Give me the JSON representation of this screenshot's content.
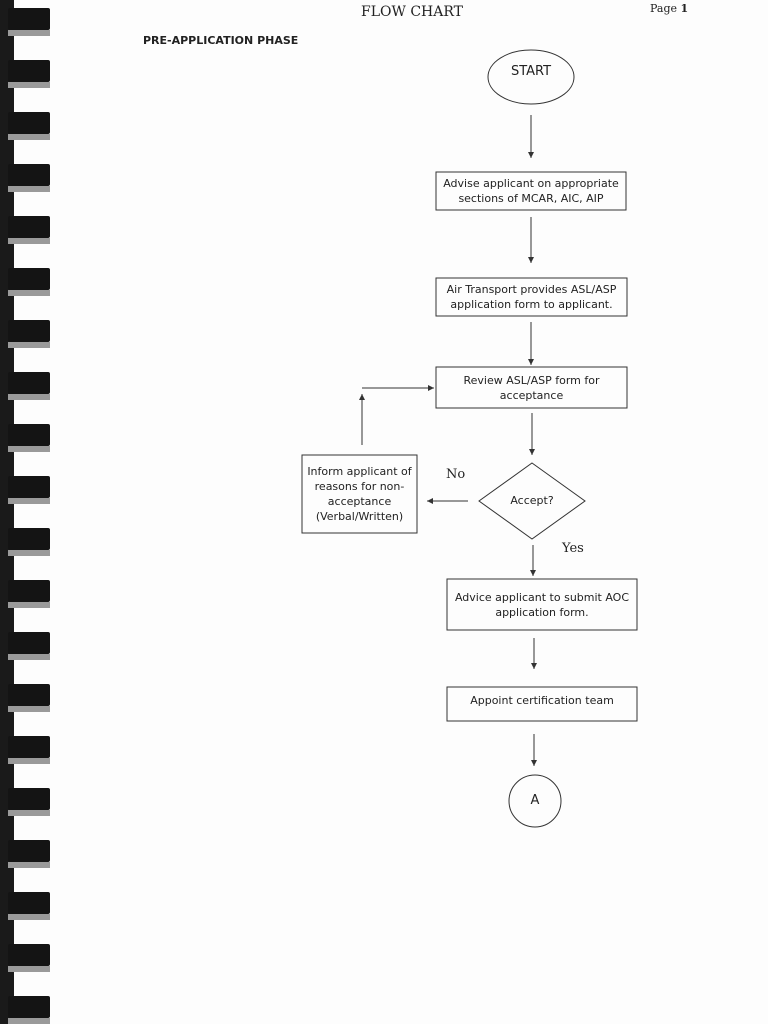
{
  "header": {
    "title": "FLOW CHART",
    "page_word": "Page",
    "page_number": "1"
  },
  "phase_title": "PRE-APPLICATION PHASE",
  "nodes": {
    "start": "START",
    "advise": "Advise applicant on appropriate sections of MCAR, AIC, AIP",
    "air_transport": "Air Transport provides ASL/ASP application form to applicant.",
    "review": "Review ASL/ASP form for acceptance",
    "accept": "Accept?",
    "inform": "Inform applicant of reasons for non-acceptance (Verbal/Written)",
    "advice_submit": "Advice applicant to submit AOC application form.",
    "appoint": "Appoint certification team",
    "connector": "A"
  },
  "edges": {
    "no_label": "No",
    "yes_label": "Yes"
  },
  "colors": {
    "line": "#333333",
    "binding": "#141414"
  }
}
